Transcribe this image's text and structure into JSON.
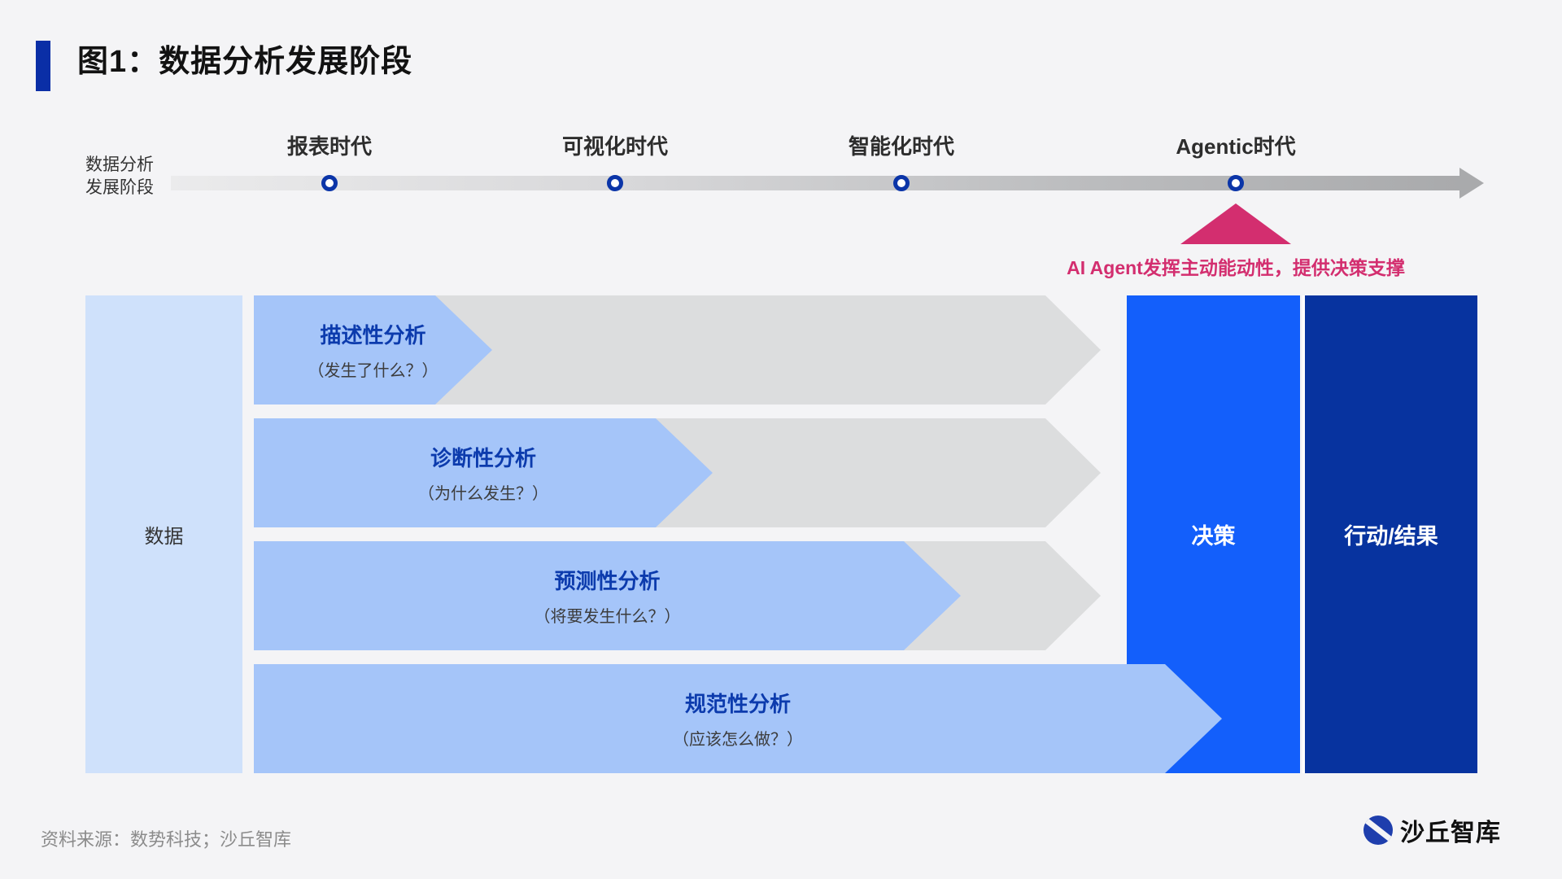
{
  "header": {
    "title": "图1：数据分析发展阶段",
    "accent_color": "#0a2ea6"
  },
  "timeline": {
    "axis_label_line1": "数据分析",
    "axis_label_line2": "发展阶段",
    "eras": [
      {
        "label": "报表时代"
      },
      {
        "label": "可视化时代"
      },
      {
        "label": "智能化时代"
      },
      {
        "label": "Agentic时代"
      }
    ],
    "annotation": {
      "text": "AI Agent发挥主动能动性，提供决策支撑",
      "color": "#d32e6f"
    }
  },
  "diagram": {
    "input_label": "数据",
    "stages": [
      {
        "title": "描述性分析",
        "question": "（发生了什么？）"
      },
      {
        "title": "诊断性分析",
        "question": "（为什么发生？）"
      },
      {
        "title": "预测性分析",
        "question": "（将要发生什么？）"
      },
      {
        "title": "规范性分析",
        "question": "（应该怎么做？）"
      }
    ],
    "decision_label": "决策",
    "action_label": "行动/结果",
    "colors": {
      "data_box": "#cfe1fb",
      "stage_arrow": "#a5c5f9",
      "background_arrow": "#dcddde",
      "decision_column": "#135ffb",
      "action_column": "#07339f"
    }
  },
  "footer": {
    "source": "资料来源：数势科技；沙丘智库",
    "brand": "沙丘智库"
  }
}
